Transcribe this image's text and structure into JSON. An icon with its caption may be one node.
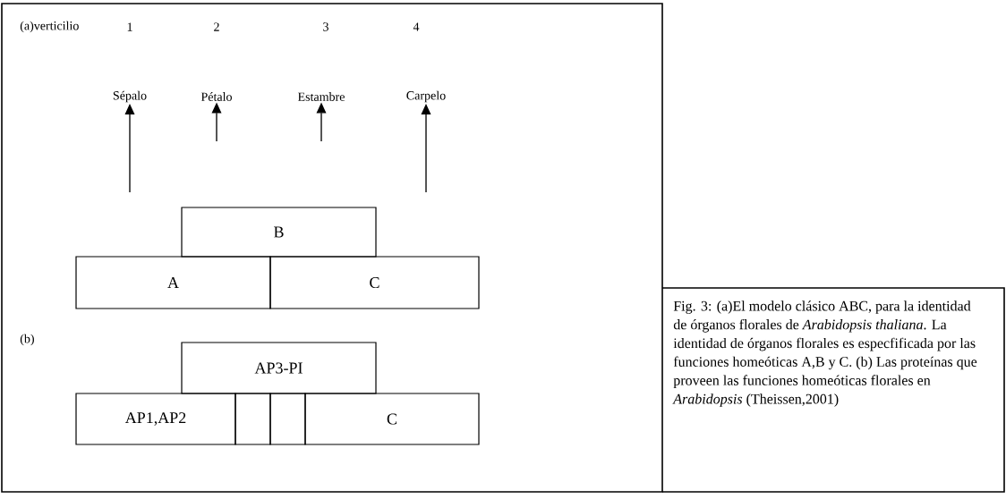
{
  "diagram": {
    "caption": "Fig. 3: (a)El modelo clásico ABC, para la identidad de órganos florales de *Arabidopsis thaliana*. La identidad de órganos florales es especfificada por las funciones homeóticas A,B y C. (b) Las proteínas que proveen las funciones homeóticas florales en *Arabidopsis* (Theissen,2001)",
    "nodes": [
      {
        "text": [
          "Sépalo"
        ]
      },
      {
        "text": [
          "Pétalo"
        ]
      },
      {
        "text": [
          "Estambre"
        ]
      },
      {
        "text": [
          "Carpelo"
        ]
      },
      {
        "text": [
          "B"
        ]
      },
      {
        "text": [
          "A"
        ]
      },
      {
        "text": [
          "C"
        ]
      },
      {
        "text": [
          "AP3-PI"
        ]
      },
      {
        "text": [
          "AP1,AP2"
        ]
      },
      {
        "text": [],
        "shape": "box"
      },
      {
        "text": [],
        "shape": "box"
      },
      {
        "text": [
          "C"
        ]
      }
    ],
    "edges": [
      {
        "from": null,
        "to": 0,
        "arrow": "to"
      },
      {
        "from": null,
        "to": 1,
        "arrow": "to"
      },
      {
        "from": null,
        "to": 2,
        "arrow": "to"
      },
      {
        "from": null,
        "to": 3,
        "arrow": "to"
      }
    ],
    "labels": [
      "(a)verticilio",
      "1",
      "2",
      "3",
      "4",
      "(b)"
    ]
  }
}
